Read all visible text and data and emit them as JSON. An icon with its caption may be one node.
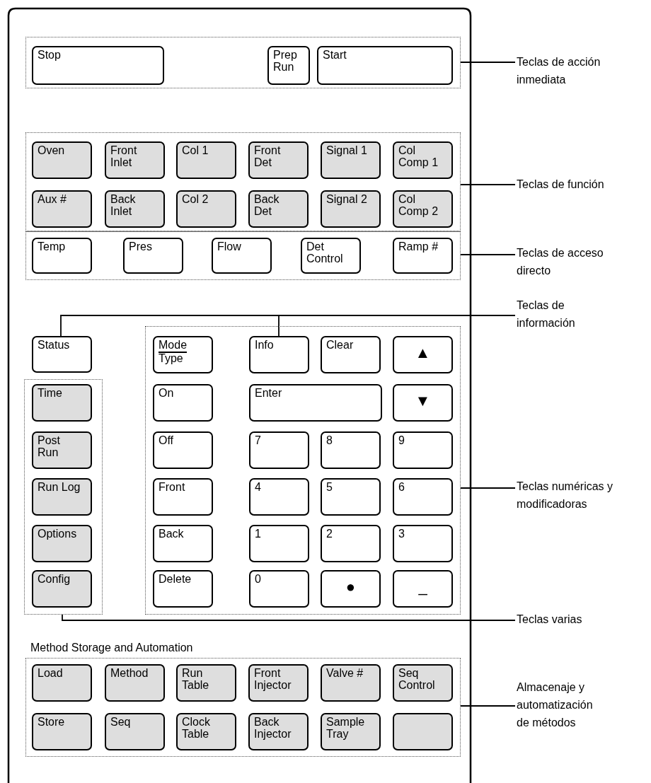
{
  "diagram": {
    "nodes": [
      {
        "text": [],
        "shape": "box"
      },
      {
        "text": [
          "Stop"
        ],
        "in": 0
      },
      {
        "text": [
          "Prep Run"
        ],
        "in": 0
      },
      {
        "text": [
          "Start"
        ],
        "in": 0
      },
      {
        "text": [
          "Teclas de acción inmediata"
        ]
      },
      {
        "text": [],
        "shape": "box"
      },
      {
        "text": [
          "Oven"
        ],
        "in": 5
      },
      {
        "text": [
          "Front Inlet"
        ],
        "in": 5
      },
      {
        "text": [
          "Col 1"
        ],
        "in": 5
      },
      {
        "text": [
          "Front Det"
        ],
        "in": 5
      },
      {
        "text": [
          "Signal 1"
        ],
        "in": 5
      },
      {
        "text": [
          "Col Comp 1"
        ],
        "in": 5
      },
      {
        "text": [
          "Aux #"
        ],
        "in": 5
      },
      {
        "text": [
          "Back Inlet"
        ],
        "in": 5
      },
      {
        "text": [
          "Col 2"
        ],
        "in": 5
      },
      {
        "text": [
          "Back Det"
        ],
        "in": 5
      },
      {
        "text": [
          "Signal 2"
        ],
        "in": 5
      },
      {
        "text": [
          "Col Comp 2"
        ],
        "in": 5
      },
      {
        "text": [
          "Teclas de función"
        ]
      },
      {
        "text": [],
        "shape": "box"
      },
      {
        "text": [
          "Temp"
        ],
        "in": 19
      },
      {
        "text": [
          "Pres"
        ],
        "in": 19
      },
      {
        "text": [
          "Flow"
        ],
        "in": 19
      },
      {
        "text": [
          "Det Control"
        ],
        "in": 19
      },
      {
        "text": [
          "Ramp #"
        ],
        "in": 19
      },
      {
        "text": [
          "Teclas de acceso directo"
        ]
      },
      {
        "text": [
          "Teclas de información"
        ]
      },
      {
        "text": [
          "Status"
        ]
      },
      {
        "text": [],
        "shape": "box"
      },
      {
        "text": [
          "Mode",
          "Type"
        ],
        "in": 28
      },
      {
        "text": [
          "Info"
        ],
        "in": 28
      },
      {
        "text": [
          "Clear"
        ],
        "in": 28
      },
      {
        "text": [
          "▲"
        ],
        "in": 28
      },
      {
        "text": [
          "On"
        ],
        "in": 28
      },
      {
        "text": [
          "Enter"
        ],
        "in": 28
      },
      {
        "text": [
          "▼"
        ],
        "in": 28
      },
      {
        "text": [
          "Off"
        ],
        "in": 28
      },
      {
        "text": [
          "7"
        ],
        "in": 28
      },
      {
        "text": [
          "8"
        ],
        "in": 28
      },
      {
        "text": [
          "9"
        ],
        "in": 28
      },
      {
        "text": [
          "Front"
        ],
        "in": 28
      },
      {
        "text": [
          "4"
        ],
        "in": 28
      },
      {
        "text": [
          "5"
        ],
        "in": 28
      },
      {
        "text": [
          "6"
        ],
        "in": 28
      },
      {
        "text": [
          "Back"
        ],
        "in": 28
      },
      {
        "text": [
          "1"
        ],
        "in": 28
      },
      {
        "text": [
          "2"
        ],
        "in": 28
      },
      {
        "text": [
          "3"
        ],
        "in": 28
      },
      {
        "text": [
          "Delete"
        ],
        "in": 28
      },
      {
        "text": [
          "0"
        ],
        "in": 28
      },
      {
        "text": [
          "●"
        ],
        "in": 28
      },
      {
        "text": [
          "_"
        ],
        "in": 28
      },
      {
        "text": [
          "Teclas numéricas y modificadoras"
        ]
      },
      {
        "text": [],
        "shape": "box"
      },
      {
        "text": [
          "Time"
        ],
        "in": 53
      },
      {
        "text": [
          "Post Run"
        ],
        "in": 53
      },
      {
        "text": [
          "Run Log"
        ],
        "in": 53
      },
      {
        "text": [
          "Options"
        ],
        "in": 53
      },
      {
        "text": [
          "Config"
        ],
        "in": 53
      },
      {
        "text": [
          "Teclas varias"
        ]
      },
      {
        "text": [
          "Method Storage and Automation"
        ]
      },
      {
        "text": [
          "Load"
        ],
        "in": 60
      },
      {
        "text": [
          "Method"
        ],
        "in": 60
      },
      {
        "text": [
          "Run Table"
        ],
        "in": 60
      },
      {
        "text": [
          "Front Injector"
        ],
        "in": 60
      },
      {
        "text": [
          "Valve #"
        ],
        "in": 60
      },
      {
        "text": [
          "Seq Control"
        ],
        "in": 60
      },
      {
        "text": [
          "Store"
        ],
        "in": 60
      },
      {
        "text": [
          "Seq"
        ],
        "in": 60
      },
      {
        "text": [
          "Clock Table"
        ],
        "in": 60
      },
      {
        "text": [
          "Back Injector"
        ],
        "in": 60
      },
      {
        "text": [
          "Sample Tray"
        ],
        "in": 60
      },
      {
        "text": [],
        "shape": "box",
        "in": 60
      },
      {
        "text": [
          "Almacenaje y automatización de métodos"
        ]
      }
    ],
    "edges": [
      {
        "from": 4,
        "to": 0,
        "arrow": "none"
      },
      {
        "from": 18,
        "to": 5,
        "arrow": "none"
      },
      {
        "from": 25,
        "to": 19,
        "arrow": "none"
      },
      {
        "from": 26,
        "to": 27,
        "arrow": "none"
      },
      {
        "from": 26,
        "to": 30,
        "arrow": "none"
      },
      {
        "from": 52,
        "to": 28,
        "arrow": "none"
      },
      {
        "from": 59,
        "to": 53,
        "arrow": "none"
      },
      {
        "from": 73,
        "to": 60,
        "arrow": "none"
      }
    ]
  }
}
